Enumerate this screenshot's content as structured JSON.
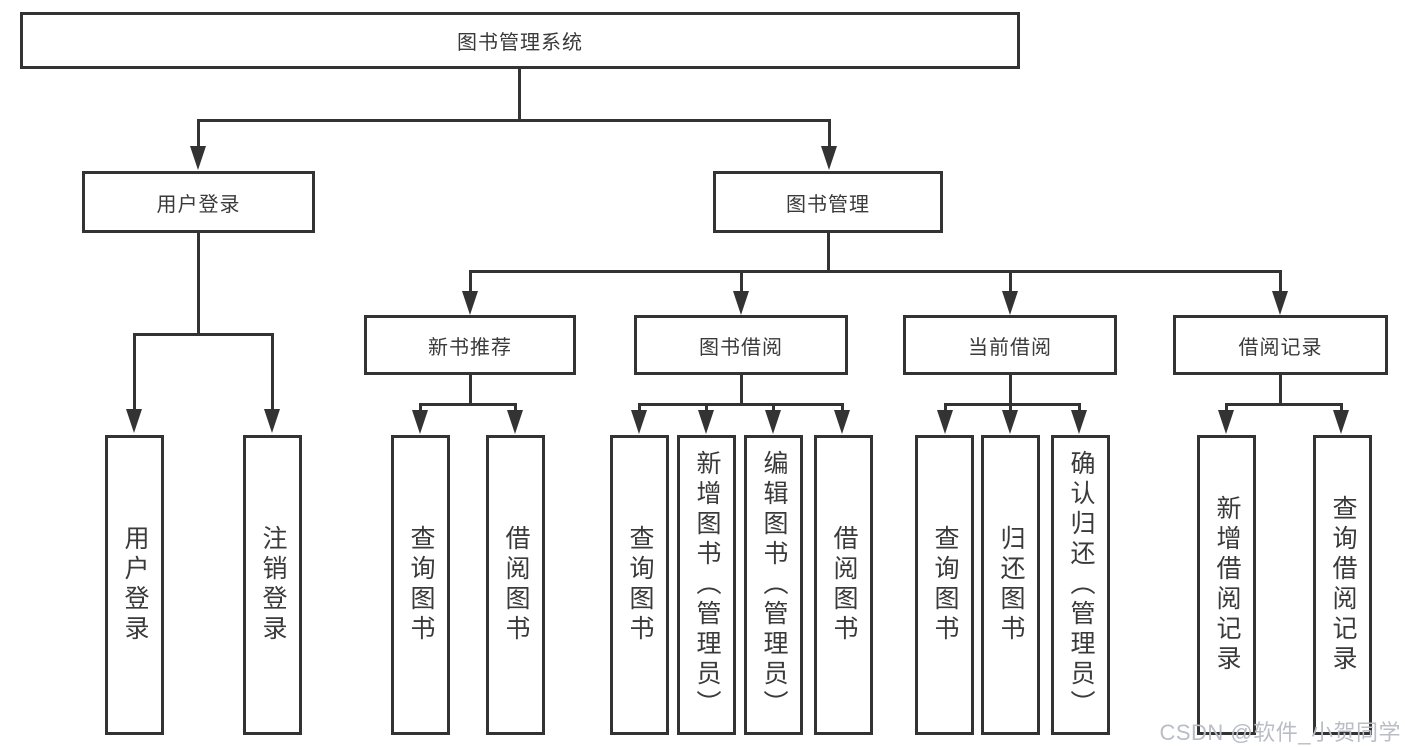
{
  "diagram": {
    "title": "图书管理系统",
    "root": {
      "label": "图书管理系统"
    },
    "level2": [
      {
        "label": "用户登录"
      },
      {
        "label": "图书管理"
      }
    ],
    "level3": [
      {
        "label": "新书推荐",
        "parent": "图书管理"
      },
      {
        "label": "图书借阅",
        "parent": "图书管理"
      },
      {
        "label": "当前借阅",
        "parent": "图书管理"
      },
      {
        "label": "借阅记录",
        "parent": "图书管理"
      }
    ],
    "leaves": [
      {
        "label": "用户登录",
        "parent": "用户登录"
      },
      {
        "label": "注销登录",
        "parent": "用户登录"
      },
      {
        "label": "查询图书",
        "parent": "新书推荐"
      },
      {
        "label": "借阅图书",
        "parent": "新书推荐"
      },
      {
        "label": "查询图书",
        "parent": "图书借阅"
      },
      {
        "label": "新增图书（管理员）",
        "parent": "图书借阅"
      },
      {
        "label": "编辑图书（管理员）",
        "parent": "图书借阅"
      },
      {
        "label": "借阅图书",
        "parent": "图书借阅"
      },
      {
        "label": "查询图书",
        "parent": "当前借阅"
      },
      {
        "label": "归还图书",
        "parent": "当前借阅"
      },
      {
        "label": "确认归还（管理员）",
        "parent": "当前借阅"
      },
      {
        "label": "新增借阅记录",
        "parent": "借阅记录"
      },
      {
        "label": "查询借阅记录",
        "parent": "借阅记录"
      }
    ]
  },
  "watermark": {
    "text": "CSDN @软件_小贺同学"
  },
  "colors": {
    "line": "#333333",
    "text": "#3a3a3a",
    "watermark": "#b9bdc6",
    "background": "#ffffff"
  }
}
